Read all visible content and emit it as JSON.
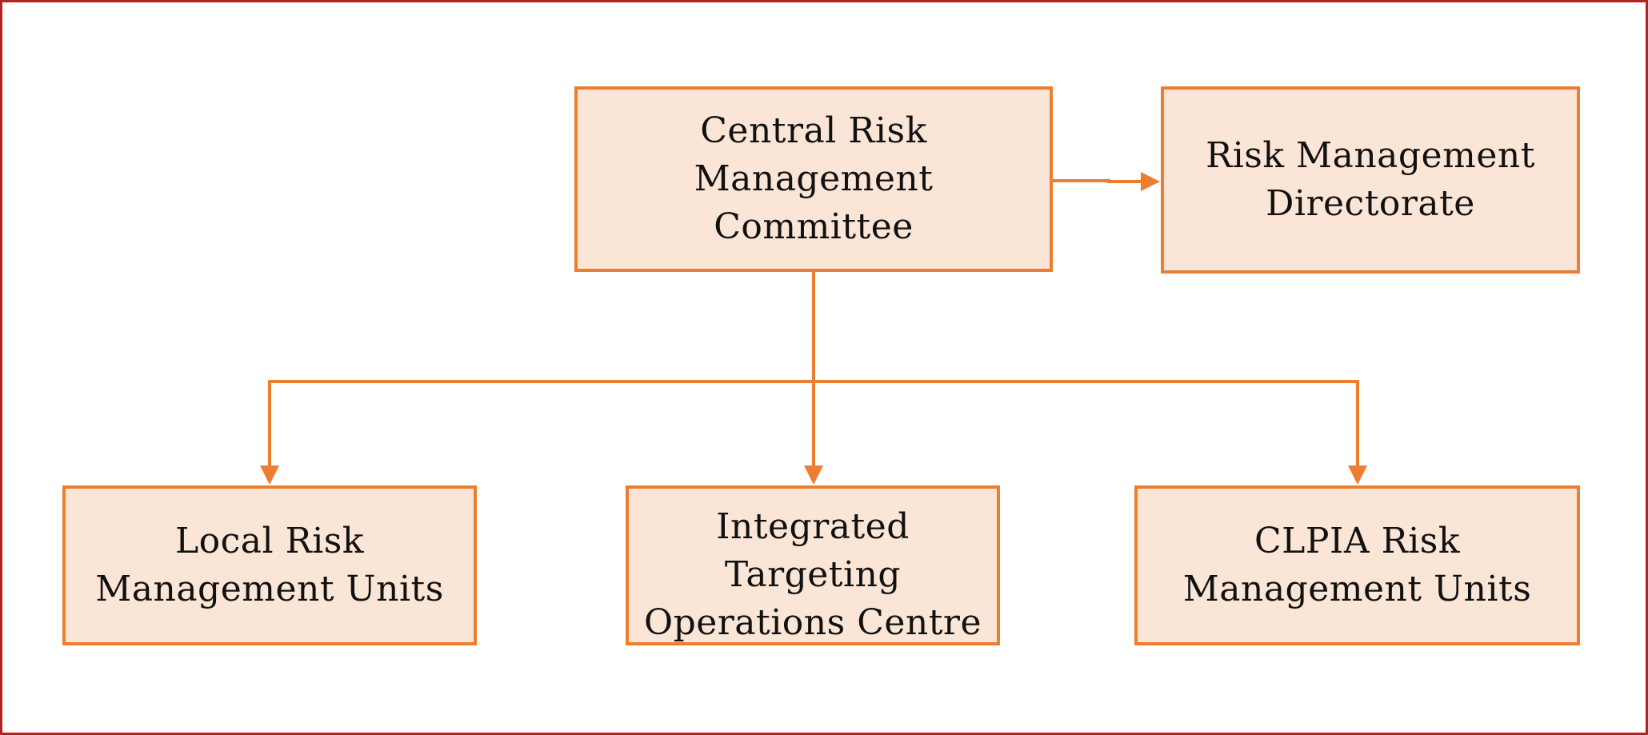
{
  "diagram": {
    "type": "organization-chart",
    "colors": {
      "frame_border": "#b22222",
      "box_border": "#ed7d31",
      "box_fill": "#fbe5d6",
      "connector": "#ed7d31",
      "text": "#111111"
    },
    "nodes": {
      "central": {
        "label": "Central Risk Management\nCommittee"
      },
      "directorate": {
        "label": "Risk Management\nDirectorate"
      },
      "local": {
        "label": "Local  Risk\nManagement Units"
      },
      "itoc": {
        "label": "Integrated\nTargeting\nOperations Centre"
      },
      "clpia": {
        "label": "CLPIA Risk\nManagement Units"
      }
    },
    "edges": [
      {
        "from": "central",
        "to": "directorate"
      },
      {
        "from": "central",
        "to": "local"
      },
      {
        "from": "central",
        "to": "itoc"
      },
      {
        "from": "central",
        "to": "clpia"
      }
    ]
  }
}
